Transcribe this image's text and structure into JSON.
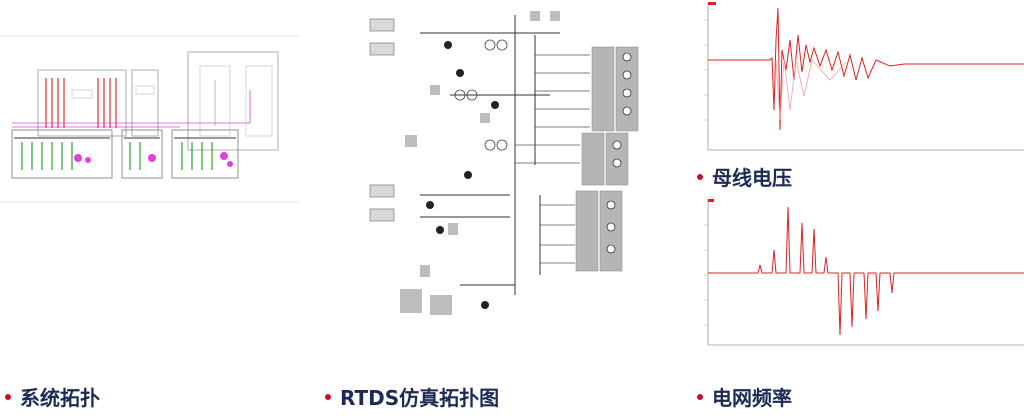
{
  "captions": {
    "system_topology": "系统拓扑",
    "rtds_topology": "RTDS仿真拓扑图",
    "bus_voltage": "母线电压",
    "grid_frequency": "电网频率"
  },
  "colors": {
    "bullet": "#c8102e",
    "caption_text": "#1c2a55",
    "waveform": "#e02020",
    "schematic_pink": "#e040e0",
    "schematic_red": "#e03030",
    "schematic_green": "#30a030"
  }
}
